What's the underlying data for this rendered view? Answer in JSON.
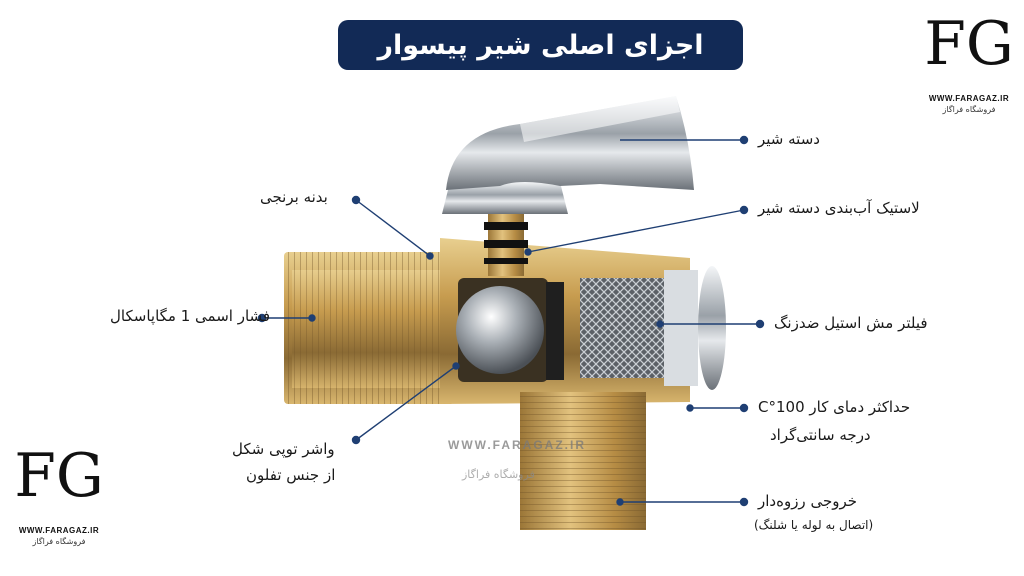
{
  "title": "اجزای اصلی شیر پیسوار",
  "labels": {
    "handle": "دسته شیر",
    "seal": "لاستیک آب‌بندی دسته شیر",
    "filter": "فیلتر مش استیل ضدزنگ",
    "max_temp_line1": "حداکثر دمای کار  100°C",
    "max_temp_line2": "درجه سانتی‌گراد",
    "outlet": "خروجی رزوه‌دار",
    "outlet_note": "(اتصال به لوله یا شلنگ)",
    "body": "بدنه برنجی",
    "pressure": "فشار اسمی 1 مگاپاسکال",
    "washer_line1": "واشر توپی شکل",
    "washer_line2": "از جنس تفلون"
  },
  "logo": {
    "monogram": "FG",
    "url": "WWW.FARAGAZ.IR",
    "name_fa": "فروشگاه فراگاز"
  },
  "watermark": {
    "url": "WWW.FARAGAZ.IR",
    "name_fa": "فروشگاه فراگاز"
  },
  "colors": {
    "title_bg": "#122a56",
    "leader": "#1f3f73",
    "brass": "#c9a25a",
    "chrome": "#b9bec4"
  }
}
